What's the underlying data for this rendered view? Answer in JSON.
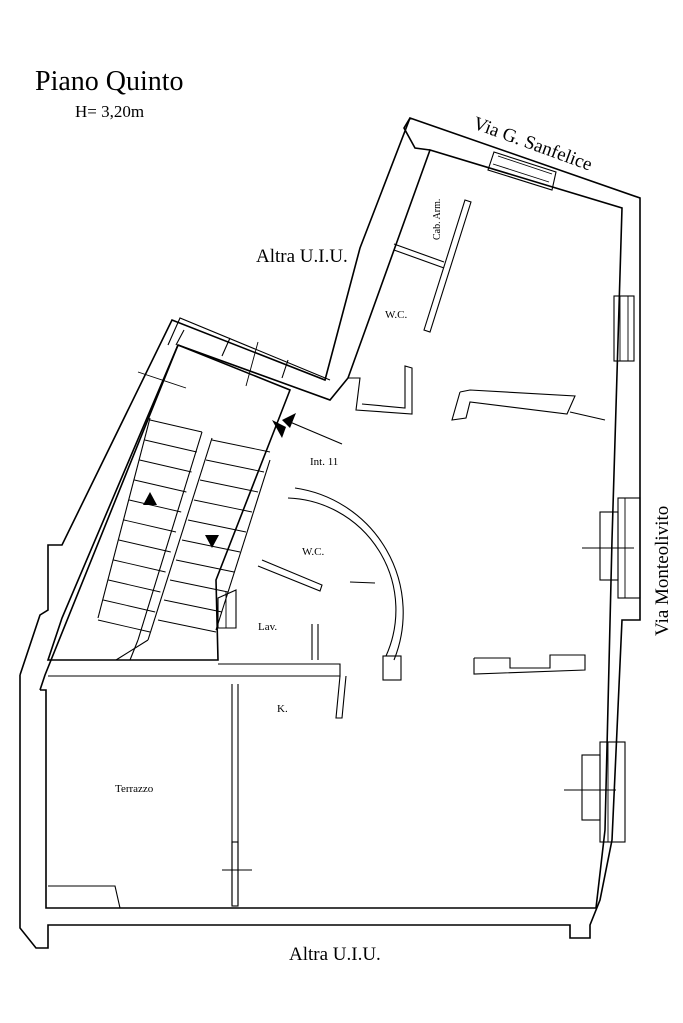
{
  "title": "Piano Quinto",
  "height_note": "H= 3,20m",
  "streets": {
    "north": "Via G. Sanfelice",
    "east": "Via Monteolivito",
    "south": "Altra U.I.U.",
    "west": "Altra U.I.U."
  },
  "rooms": {
    "cabinet": "Cab. Arm.",
    "wc_upper": "W.C.",
    "entrance": "Int. 11",
    "wc_lower": "W.C.",
    "laundry": "Lav.",
    "kitchen": "K.",
    "terrace": "Terrazzo"
  }
}
